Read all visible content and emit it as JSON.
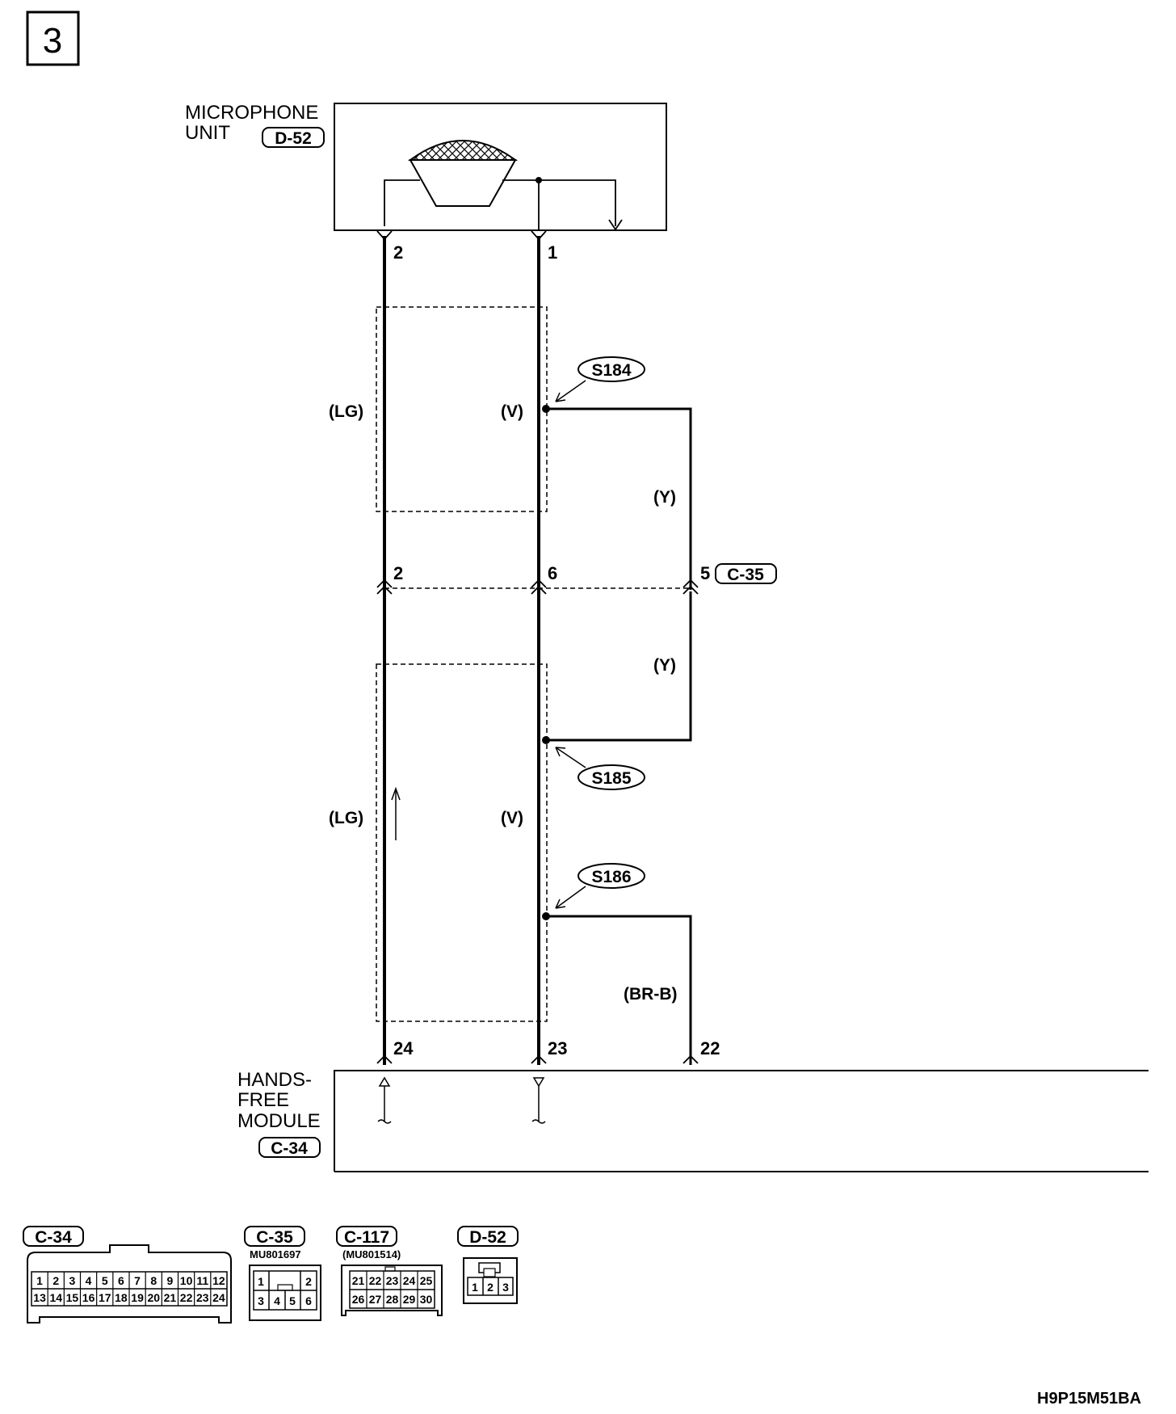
{
  "page_number": "3",
  "figure_code": "H9P15M51BA",
  "microphone_unit": {
    "label_line1": "MICROPHONE",
    "label_line2": "UNIT",
    "connector": "D-52",
    "pin_left": "2",
    "pin_right": "1"
  },
  "wires": {
    "left_top": "(LG)",
    "mid_top": "(V)",
    "right_top": "(Y)",
    "right_bottom": "(Y)",
    "left_bottom": "(LG)",
    "mid_bottom": "(V)",
    "branch": "(BR-B)"
  },
  "splices": [
    "S184",
    "S185",
    "S186"
  ],
  "junction_connector": {
    "id": "C-35",
    "pin_left": "2",
    "pin_mid": "6",
    "pin_right": "5"
  },
  "hands_free_module": {
    "label_line1": "HANDS-",
    "label_line2": "FREE",
    "label_line3": "MODULE",
    "connector": "C-34",
    "pins": [
      "24",
      "23",
      "22"
    ]
  },
  "connector_views": [
    {
      "id": "C-34",
      "part": "",
      "rows": [
        [
          "1",
          "2",
          "3",
          "4",
          "5",
          "6",
          "7",
          "8",
          "9",
          "10",
          "11",
          "12"
        ],
        [
          "13",
          "14",
          "15",
          "16",
          "17",
          "18",
          "19",
          "20",
          "21",
          "22",
          "23",
          "24"
        ]
      ]
    },
    {
      "id": "C-35",
      "part": "MU801697",
      "rows": [
        [
          "1",
          "2"
        ],
        [
          "3",
          "4",
          "5",
          "6"
        ]
      ]
    },
    {
      "id": "C-117",
      "part": "(MU801514)",
      "rows": [
        [
          "21",
          "22",
          "23",
          "24",
          "25"
        ],
        [
          "26",
          "27",
          "28",
          "29",
          "30"
        ]
      ]
    },
    {
      "id": "D-52",
      "part": "",
      "rows": [
        [
          "1",
          "2",
          "3"
        ]
      ]
    }
  ]
}
